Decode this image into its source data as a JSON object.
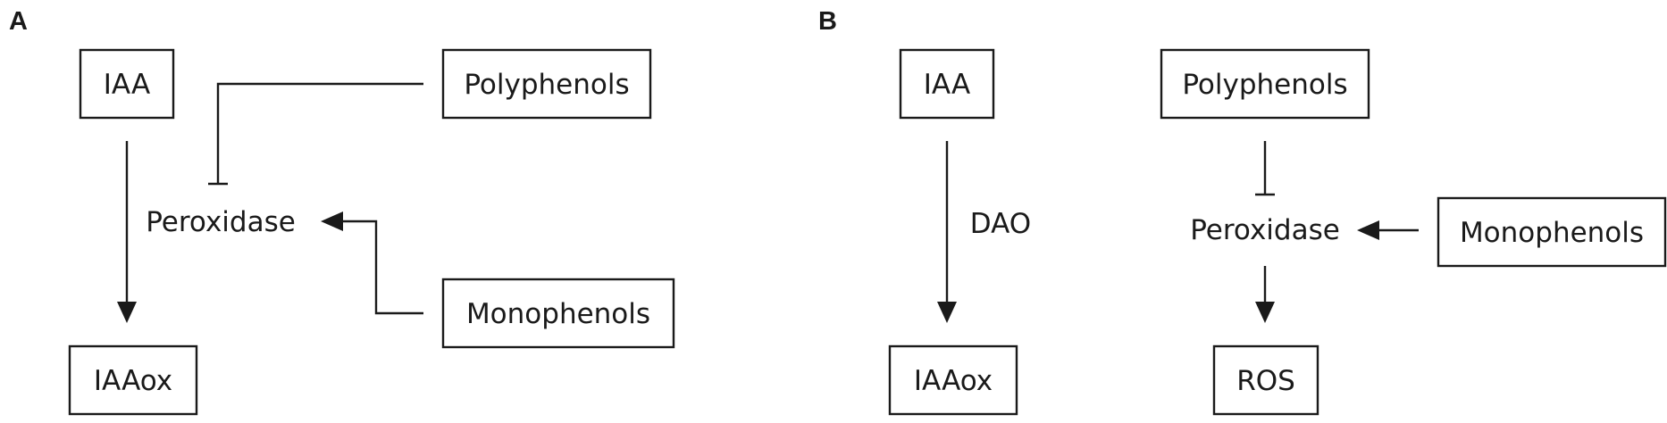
{
  "panel_a": {
    "letter": "A",
    "iaa": "IAA",
    "polyphenols": "Polyphenols",
    "peroxidase": "Peroxidase",
    "monophenols": "Monophenols",
    "iaaox": "IAAox"
  },
  "panel_b": {
    "letter": "B",
    "iaa": "IAA",
    "polyphenols": "Polyphenols",
    "dao": "DAO",
    "peroxidase": "Peroxidase",
    "monophenols": "Monophenols",
    "iaaox": "IAAox",
    "ros": "ROS"
  }
}
